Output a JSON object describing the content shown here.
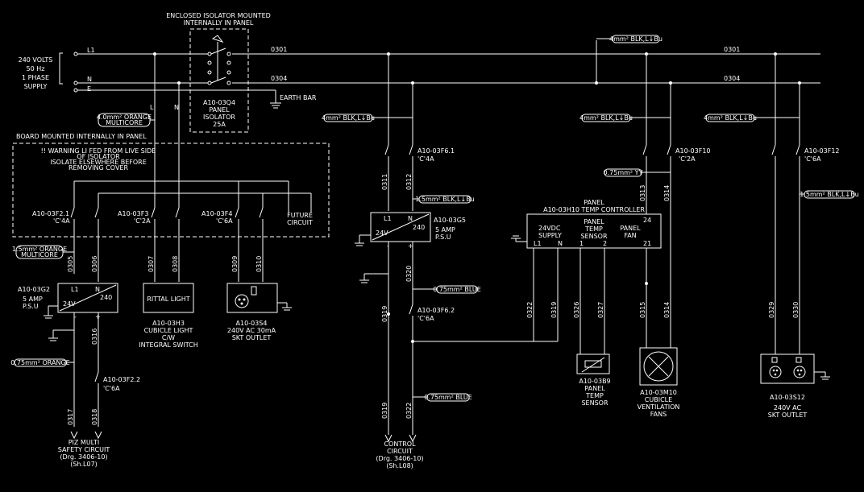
{
  "supply": {
    "line1": "240 VOLTS",
    "line2": "50 Hz",
    "line3": "1 PHASE",
    "line4": "SUPPLY"
  },
  "phases": {
    "l1": "L1",
    "n": "N",
    "e": "E"
  },
  "isolator_header": {
    "line1": "ENCLOSED ISOLATOR MOUNTED",
    "line2": "INTERNALLY IN PANEL"
  },
  "isolator": {
    "tag": "A10-03Q4",
    "line2": "PANEL",
    "line3": "ISOLATOR",
    "line4": "25A",
    "pole_l": "L",
    "pole_n": "N"
  },
  "earth_bar": "EARTH BAR",
  "wires": {
    "w0301": "0301",
    "w0304": "0304"
  },
  "cable_labels": {
    "c1": "4mm² BLK,L↓Bu",
    "c2": "4.0mm² ORANGE",
    "c2b": "MULTICORE",
    "c3": "4mm² BLK,L↓Bu",
    "c4": "4mm² BLK,L↓Bu",
    "c5": "4mm² BLK,L↓Bu",
    "c6": "1.5mm² BLK,L↓Bu",
    "c7": "0.75mm² YY",
    "c8": "1.5mm² BLK,L↓Bu",
    "c9": "1.5mm² ORANGE",
    "c9b": "MULTICORE",
    "c10": "0.75mm² BLUE",
    "c11": "0.75mm² ORANGE",
    "c12": "0.75mm² BLUE"
  },
  "board": {
    "header": "BOARD MOUNTED INTERNALLY IN PANEL",
    "warn1": "!! WARNING LI FED FROM LIVE SIDE",
    "warn2": "OF ISOLATOR",
    "warn3": "ISOLATE ELSEWHERE BEFORE",
    "warn4": "REMOVING COVER",
    "future1": "FUTURE",
    "future2": "CIRCUIT"
  },
  "breakers": {
    "f21": {
      "tag": "A10-03F2.1",
      "rating": "'C'4A"
    },
    "f3": {
      "tag": "A10-03F3",
      "rating": "'C'2A"
    },
    "f4": {
      "tag": "A10-03F4",
      "rating": "'C'6A"
    },
    "f22": {
      "tag": "A10-03F2.2",
      "rating": "'C'6A"
    },
    "f61": {
      "tag": "A10-03F6.1",
      "rating": "'C'4A"
    },
    "f62": {
      "tag": "A10-03F6.2",
      "rating": "'C'6A"
    },
    "f10": {
      "tag": "A10-03F10",
      "rating": "'C'2A"
    },
    "f12": {
      "tag": "A10-03F12",
      "rating": "'C'6A"
    }
  },
  "wire_numbers": {
    "w0305": "0305",
    "w0306": "0306",
    "w0307": "0307",
    "w0308": "0308",
    "w0309": "0309",
    "w0310": "0310",
    "w0316": "0316",
    "w0317": "0317",
    "w0318": "0318",
    "w0311": "0311",
    "w0312": "0312",
    "w0320": "0320",
    "w0319": "0319",
    "w0319b": "0319",
    "w0322": "0322",
    "w0313": "0313",
    "w0314": "0314",
    "w0314b": "0314",
    "w0315": "0315",
    "w0322b": "0322",
    "w0319c": "0319",
    "w0326": "0326",
    "w0327": "0327",
    "w0329": "0329",
    "w0330": "0330"
  },
  "psu1": {
    "tag": "A10-03G2",
    "line2": "5 AMP",
    "line3": "P.S.U",
    "l1": "L1",
    "n": "N",
    "v24": "24V",
    "v240": "240",
    "minus": "-",
    "plus": "+"
  },
  "psu2": {
    "tag": "A10-03G5",
    "line2": "5 AMP",
    "line3": "P.S.U",
    "l1": "L1",
    "n": "N",
    "v24": "24V",
    "v240": "240",
    "minus": "-",
    "plus": "+"
  },
  "light": {
    "box": "RITTAL LIGHT",
    "tag": "A10-03H3",
    "line2": "CUBICLE LIGHT",
    "line3": "C/W",
    "line4": "INTEGRAL SWITCH"
  },
  "socket1": {
    "tag": "A10-03S4",
    "line2": "240V AC 30mA",
    "line3": "SKT OUTLET"
  },
  "socket2": {
    "tag": "A10-03S12",
    "line2": "240V AC",
    "line3": "SKT OUTLET"
  },
  "controller": {
    "title1": "PANEL",
    "title2": "A10-03H10 TEMP CONTROLLER",
    "supply1": "24VDC",
    "supply2": "SUPPLY",
    "sensor1": "PANEL",
    "sensor2": "TEMP",
    "sensor3": "SENSOR",
    "fan1": "PANEL",
    "fan2": "FAN",
    "tL1": "L1",
    "tN": "N",
    "t1": "1",
    "t2": "2",
    "t21": "21",
    "t24": "24"
  },
  "temp_sensor": {
    "tag": "A10-03B9",
    "line2": "PANEL",
    "line3": "TEMP",
    "line4": "SENSOR"
  },
  "fan": {
    "tag": "A10-03M10",
    "line2": "CUBICLE",
    "line3": "VENTILATION",
    "line4": "FANS"
  },
  "dest1": {
    "line1": "PIZ MULTI",
    "line2": "SAFETY CIRCUIT",
    "line3": "(Drg. 3406-10)",
    "line4": "(Sh.L07)"
  },
  "dest2": {
    "line1": "CONTROL",
    "line2": "CIRCUIT",
    "line3": "(Drg. 3406-10)",
    "line4": "(Sh.L08)"
  }
}
